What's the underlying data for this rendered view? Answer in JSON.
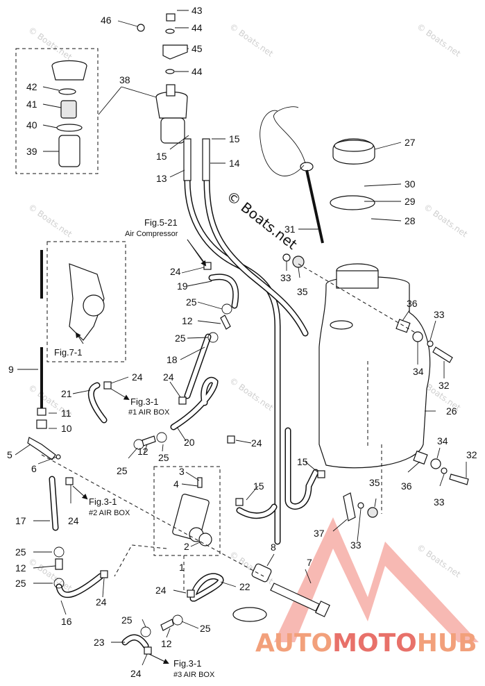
{
  "watermarks": {
    "center": "© Boats.net",
    "tile": "© Boats.net"
  },
  "logo": {
    "part1": "AUTO",
    "part2": "MOTO",
    "part3": "HUB",
    "color1": "#f2a07b",
    "color2": "#e8716a",
    "color3": "#f2a07b"
  },
  "references": {
    "fig_5_21": "Fig.5-21",
    "air_compressor": "Air Compressor",
    "fig_7_1": "Fig.7-1",
    "fig_3_1_a": "Fig.3-1",
    "air_box_1": "#1 AIR BOX",
    "fig_3_1_b": "Fig.3-1",
    "air_box_2": "#2 AIR BOX",
    "fig_3_1_c": "Fig.3-1",
    "air_box_3": "#3 AIR BOX"
  },
  "callouts": {
    "c43": "43",
    "c46": "46",
    "c44a": "44",
    "c45": "45",
    "c44b": "44",
    "c38": "38",
    "c42": "42",
    "c41": "41",
    "c40": "40",
    "c39": "39",
    "c15a": "15",
    "c15b": "15",
    "c13": "13",
    "c14": "14",
    "c27": "27",
    "c30": "30",
    "c29": "29",
    "c28": "28",
    "c31": "31",
    "c33a": "33",
    "c35a": "35",
    "c36a": "36",
    "c33b": "33",
    "c34a": "34",
    "c32a": "32",
    "c24a": "24",
    "c19": "19",
    "c25a": "25",
    "c12a": "12",
    "c25b": "25",
    "c18": "18",
    "c9": "9",
    "c24b": "24",
    "c21": "21",
    "c24c": "24",
    "c11": "11",
    "c10": "10",
    "c26": "26",
    "c20": "20",
    "c24d": "24",
    "c5": "5",
    "c6": "6",
    "c25c": "25",
    "c12b": "12",
    "c25d": "25",
    "c34b": "34",
    "c32b": "32",
    "c15c": "15",
    "c36b": "36",
    "c33c": "33",
    "c3": "3",
    "c4": "4",
    "c15d": "15",
    "c17": "17",
    "c24e": "24",
    "c35b": "35",
    "c8": "8",
    "c37": "37",
    "c33d": "33",
    "c2": "2",
    "c25e": "25",
    "c12c": "12",
    "c25f": "25",
    "c1": "1",
    "c7": "7",
    "c24f": "24",
    "c22": "22",
    "c16": "16",
    "c24g": "24",
    "c25g": "25",
    "c23": "23",
    "c12d": "12",
    "c25h": "25",
    "c24h": "24"
  }
}
